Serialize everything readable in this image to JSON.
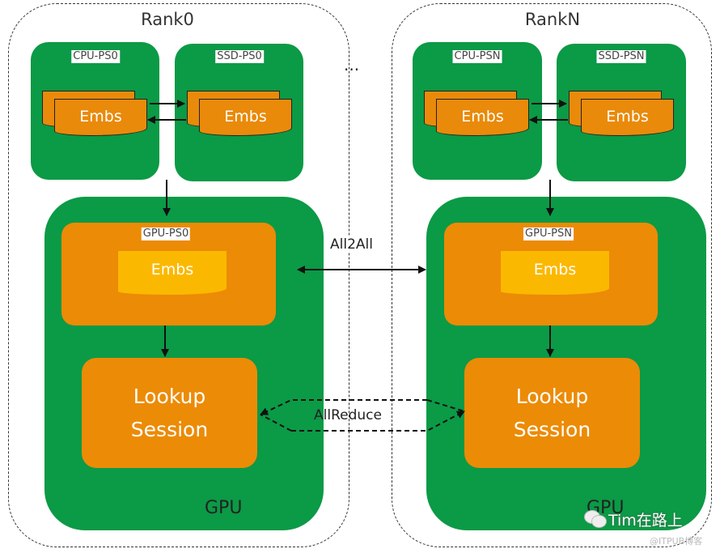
{
  "ranks": [
    {
      "title": "Rank0",
      "cpu_label": "CPU-PS0",
      "ssd_label": "SSD-PS0",
      "gpu_ps_label": "GPU-PS0",
      "embs": "Embs",
      "lookup_line1": "Lookup",
      "lookup_line2": "Session",
      "gpu": "GPU"
    },
    {
      "title": "RankN",
      "cpu_label": "CPU-PSN",
      "ssd_label": "SSD-PSN",
      "gpu_ps_label": "GPU-PSN",
      "embs": "Embs",
      "lookup_line1": "Lookup",
      "lookup_line2": "Session",
      "gpu": "GPU"
    }
  ],
  "ellipsis": "...",
  "all2all": "All2All",
  "allreduce": "AllReduce",
  "watermark": {
    "main": "Tim在路上",
    "source": "@ITPUB博客"
  },
  "colors": {
    "green": "#0b9a46",
    "orange": "#ec8b06",
    "yellow": "#fbb800"
  }
}
